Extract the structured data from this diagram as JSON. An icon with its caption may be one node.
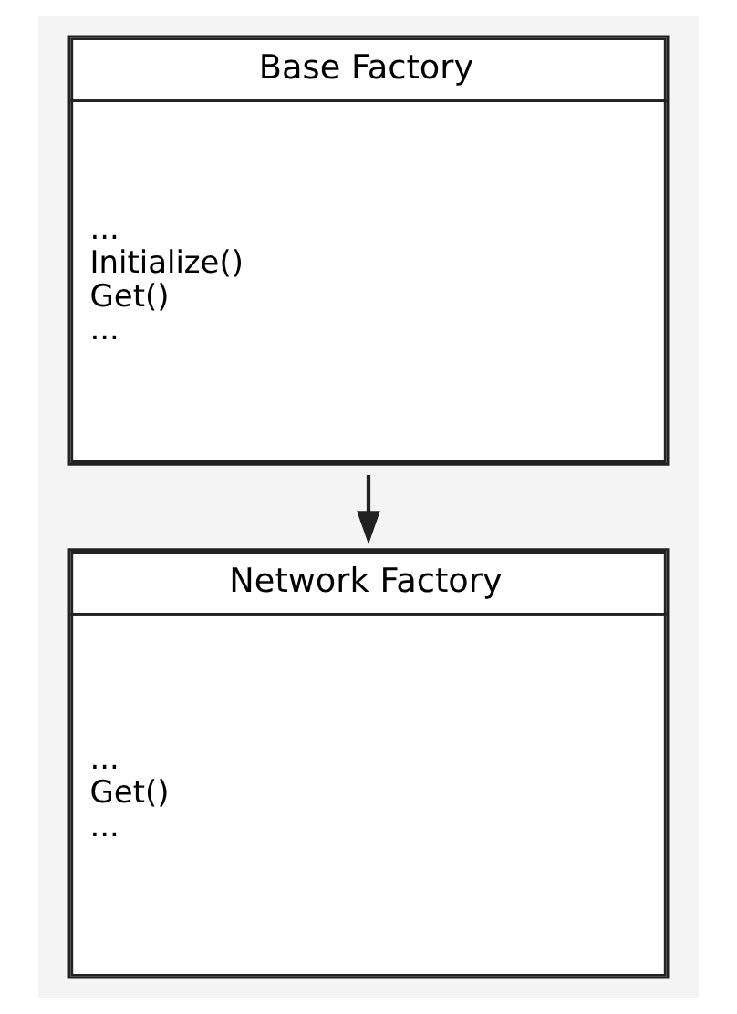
{
  "diagram": {
    "nodes": [
      {
        "text": [
          "Base Factory",
          "...",
          "Initialize()",
          "Get()",
          "..."
        ]
      },
      {
        "text": [
          "Network Factory",
          "...",
          "Get()",
          "..."
        ]
      }
    ],
    "edges": [
      {
        "from": 0,
        "to": 1,
        "arrow": "to"
      }
    ]
  }
}
